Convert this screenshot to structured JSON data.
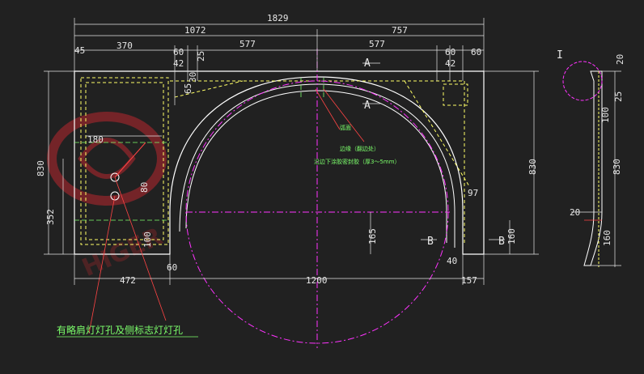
{
  "dimensions": {
    "overall_width": "1829",
    "left_to_center": "1072",
    "right_to_center": "757",
    "left_margin": "45",
    "left_panel": "370",
    "d60a": "60",
    "d42a": "42",
    "d25a": "25",
    "d65": "65",
    "d30": "30",
    "half_left": "577",
    "half_right": "577",
    "d60b": "60",
    "d42b": "42",
    "d60c": "60",
    "height_830_left": "830",
    "height_830_right": "830",
    "height_830_side": "830",
    "d180": "180",
    "d80": "80",
    "d352": "352",
    "d100_left": "100",
    "d60_bottom": "60",
    "d472": "472",
    "arch_width": "1200",
    "d157": "157",
    "d165": "165",
    "d160_right": "160",
    "d160_side": "160",
    "d97": "97",
    "d40": "40",
    "d20_side_top": "20",
    "d25_side": "25",
    "d100_side": "100",
    "d20_side_bottom": "20"
  },
  "section_marks": {
    "a_top": "A",
    "a_bottom": "A",
    "b_left": "B",
    "b_right": "B",
    "detail_i": "I"
  },
  "notes": {
    "arch_edge": "弧面",
    "fold_edge": "边缘（翻边处）",
    "sealant": "沿边下涂胶密封胶（厚3～5mm）",
    "lamp_holes": "有略肩灯灯孔及侧标志灯灯孔"
  },
  "watermark": {
    "text": "HIGER",
    "color": "#b8282f"
  },
  "colors": {
    "background": "#212121",
    "outline": "#ffffff",
    "dimension": "#e6e6e6",
    "dashed_inner": "#ffff66",
    "centerline": "#ff33ff",
    "note_green": "#7cff6b"
  }
}
